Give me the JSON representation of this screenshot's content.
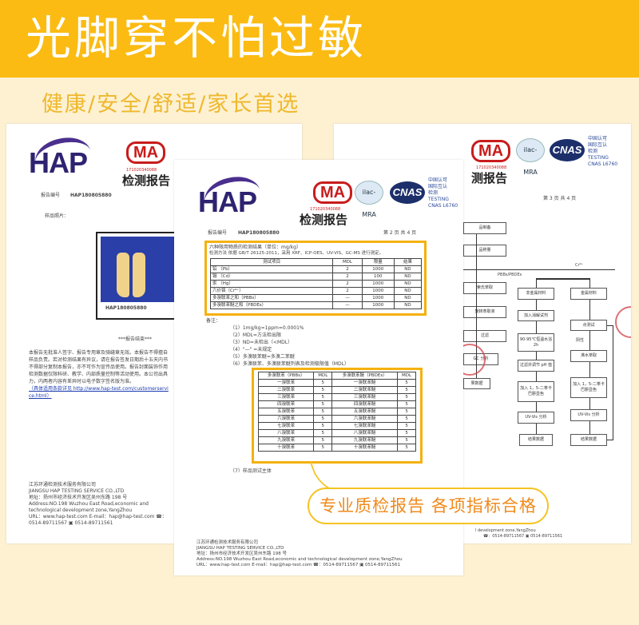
{
  "banner": {
    "headline": "光脚穿不怕过敏",
    "subtitle": "健康/安全/舒适/家长首选",
    "color": "#fbbb12"
  },
  "logos": {
    "hap": "HAP",
    "cma": "MA",
    "ilac": "ilac-MRA",
    "cnas": "CNAS",
    "side": "中国认可\n国际互认\n检测\nTESTING\nCNAS L6760",
    "code": "171020340088"
  },
  "report": {
    "title": "检测报告",
    "report_no_label": "报告编号",
    "report_no": "HAP180805880"
  },
  "left_doc": {
    "sample_label": "样品照片：",
    "photo_caption": "HAP180805880",
    "end_mark": "***报告结束***",
    "paragraph": [
      "本报告无批准人签字、报告专用章及骑缝章无效。本报告不得擅自",
      "样品负责。若对检测结果有异议，请在报告签发日期后十五天内书",
      "不得部分复制本报告，亦不可作为宣传品使用。报告封面装饰作用",
      "检测数据仅限科研、教学、内部质量控制等活动使用。本公司出具",
      "力，内两者内容有差异时以电子数字签名版为准。",
      "（具体适用条款详见 http://www.hap-test.com/customerservice.html）"
    ]
  },
  "center_doc": {
    "page": "第 2 页  共 4 页",
    "section_title": "六种限用物质的检测结果（单位：mg/kg）",
    "method": "检测方法   依据 GB/T 26125-2011，采用 XRF、ICP-OES、UV-VIS、GC-MS 进行测定。",
    "table1": {
      "headers": [
        "测试项目",
        "MDL",
        "限量",
        "结果"
      ],
      "rows": [
        [
          "铅 （Pb）",
          "2",
          "1000",
          "ND"
        ],
        [
          "镉 （Cd）",
          "2",
          "100",
          "ND"
        ],
        [
          "汞 （Hg）",
          "2",
          "1000",
          "ND"
        ],
        [
          "六价铬（Cr⁶⁺）",
          "2",
          "1000",
          "ND"
        ],
        [
          "多溴联苯之和（PBBs）",
          "—",
          "1000",
          "ND"
        ],
        [
          "多溴联苯醚之和（PBDEs）",
          "—",
          "1000",
          "ND"
        ]
      ]
    },
    "notes_label": "备注：",
    "notes": [
      "（1）1mg/kg=1ppm=0.0001%",
      "（2）MDL=方法检出限",
      "（3）ND=未检出（<MDL）",
      "（4）\"—\" =未规定",
      "（5）多溴联苯醚=多溴二苯醚",
      "（6）多溴联苯、多溴联苯醚列表及检测极限值（MDL）"
    ],
    "table2": {
      "headers": [
        "多溴联苯（PBBs）",
        "MDL",
        "多溴联苯醚（PBDEs）",
        "MDL"
      ],
      "rows": [
        [
          "一溴联苯",
          "5",
          "一溴联苯醚",
          "5"
        ],
        [
          "二溴联苯",
          "5",
          "二溴联苯醚",
          "5"
        ],
        [
          "三溴联苯",
          "5",
          "三溴联苯醚",
          "5"
        ],
        [
          "四溴联苯",
          "5",
          "四溴联苯醚",
          "5"
        ],
        [
          "五溴联苯",
          "5",
          "五溴联苯醚",
          "5"
        ],
        [
          "六溴联苯",
          "5",
          "六溴联苯醚",
          "5"
        ],
        [
          "七溴联苯",
          "5",
          "七溴联苯醚",
          "5"
        ],
        [
          "八溴联苯",
          "5",
          "八溴联苯醚",
          "5"
        ],
        [
          "九溴联苯",
          "5",
          "九溴联苯醚",
          "5"
        ],
        [
          "十溴联苯",
          "5",
          "十溴联苯醚",
          "5"
        ]
      ]
    },
    "note7": "（7）样品测试主体"
  },
  "footer": [
    "江苏环通检测技术服务有限公司",
    "JIANGSU HAP TESTING SERVICE CO.,LTD",
    "地址：扬州市经济技术开发区吴州东路 198 号",
    "Address:NO.198 Wuzhou East Road,economic and technological development zone,YangZhou",
    "URL：www.hap-test.com          E-mail：hap@hap-test.com          ☎：0514-89711567   ▣ 0514-89711561"
  ],
  "right_doc": {
    "page": "第 3 页    共 4 页",
    "title_partial": "测报告",
    "footer_partial": [
      "l development zone,YangZhou",
      "☎：0514-89711567   ▣ 0514-89711561"
    ],
    "flow": {
      "left": [
        "品制备",
        "品称量",
        "索氏萃取",
        "旋转萃取液",
        "过滤",
        "GC 分析",
        "果数据"
      ],
      "branch_label": "PBBs/PBDEs",
      "cr_label": "Cr⁶⁺",
      "middle": [
        "非金属材料",
        "加入消解试剂",
        "90-95℃恒温水浴 2h",
        "过滤并调节 pH 值",
        "加入 1，5-二苯卡巴肼显色",
        "UV-Vis 分析",
        "结果数据"
      ],
      "right": [
        "金属材料",
        "点测试",
        "沸水萃取",
        "加入 1，5-二苯卡巴肼显色",
        "UV-Vis 分析",
        "结果数据"
      ],
      "negative_label": "阴性"
    }
  },
  "callout": "专业质检报告 各项指标合格"
}
